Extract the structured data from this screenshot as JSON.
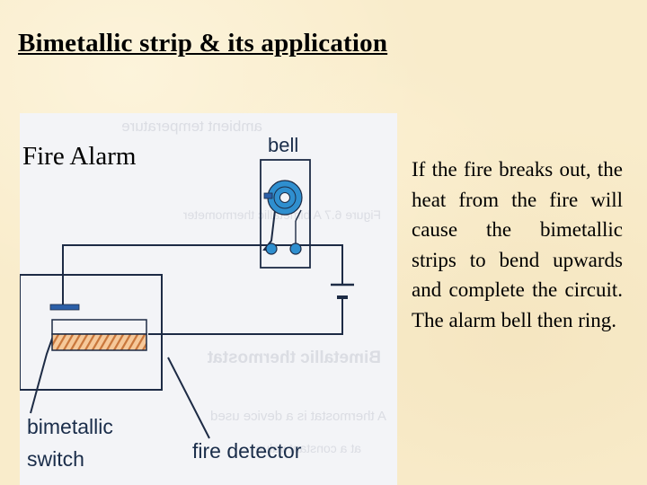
{
  "slide": {
    "title": "Bimetallic strip & its application",
    "body": "If the fire breaks out, the heat from the fire will cause the bimetallic strips to bend upwards and complete the circuit. The alarm bell then ring."
  },
  "figure": {
    "caption": "Fire  Alarm",
    "labels": {
      "bell": "bell",
      "switch_line1": "bimetallic",
      "switch_line2": "switch",
      "detector": "fire detector"
    }
  },
  "colors": {
    "background": "#f9eccb",
    "figure_background": "#f3f4f7",
    "wire": "#1d2b45",
    "bell_blue": "#2f8fcf",
    "contact_blue": "#2b5fa8",
    "strip_stripe": "#d28a4e",
    "label_text": "#1a2d4a"
  }
}
